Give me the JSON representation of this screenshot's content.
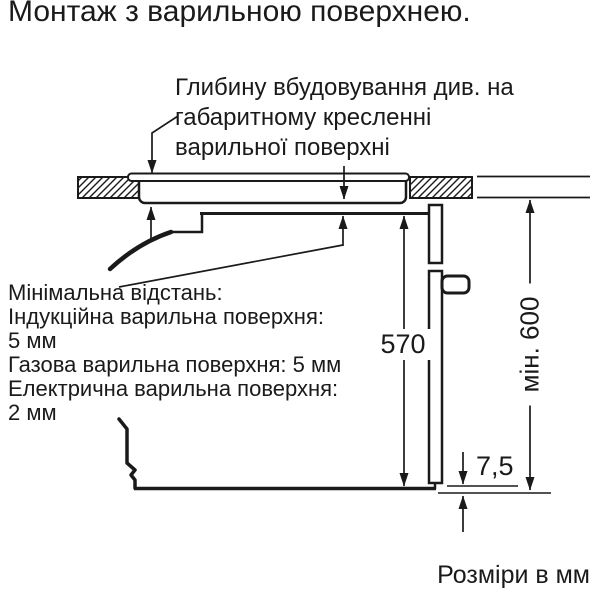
{
  "page": {
    "title": "Монтаж з варильною поверхнею.",
    "units_note": "Розміри в мм"
  },
  "annotations": {
    "depth_note": "Глибину вбудовування див. на\nгабаритному кресленні\nварильної поверхні",
    "min_distance_note": "Мінімальна відстань:\nІндукційна варильна поверхня:\n5 мм\nГазова варильна поверхня: 5 мм\nЕлектрична варильна поверхня:\n2 мм"
  },
  "dimensions": {
    "oven_height_mm": "570",
    "niche_min_height_mm": "мін. 600",
    "bottom_clearance_mm": "7,5"
  },
  "colors": {
    "line": "#1a1a1a",
    "background": "#ffffff"
  }
}
